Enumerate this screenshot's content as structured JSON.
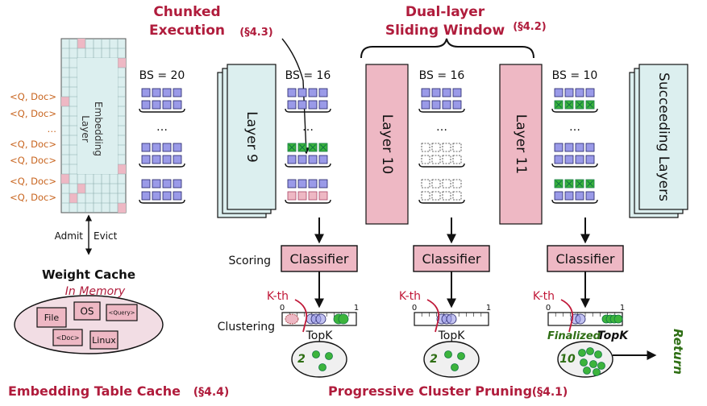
{
  "colors": {
    "section_title": "#b01c3c",
    "orange_label": "#c8641e",
    "pink": "#eeb8c4",
    "pale_blue": "#dcefef",
    "purple": "#9a9ae8",
    "green": "#3cb43c",
    "dark_green": "#2e6e14",
    "kth_red": "#c01838"
  },
  "sections": {
    "chunked": {
      "title": "Chunked\nExecution",
      "ref": "(§4.3)"
    },
    "dual": {
      "title": "Dual-layer\nSliding Window",
      "ref": "(§4.2)"
    },
    "embedding_cache": {
      "title": "Embedding Table Cache",
      "ref": "(§4.4)"
    },
    "pruning": {
      "title": "Progressive Cluster Pruning",
      "ref": "(§4.1)"
    }
  },
  "input_labels": [
    "<Q, Doc>",
    "<Q, Doc>",
    "…",
    "<Q, Doc>",
    "<Q, Doc>",
    "<Q, Doc>",
    "<Q, Doc>"
  ],
  "embedding_layer": {
    "label": "Embedding\nLayer"
  },
  "admit_label": "Admit",
  "evict_label": "Evict",
  "weight_cache": {
    "title": "Weight Cache",
    "subtitle": "In Memory",
    "items": [
      "File",
      "OS",
      "<Query>",
      "<Doc>",
      "Linux"
    ]
  },
  "layers": [
    "Layer 9",
    "Layer 10",
    "Layer 11",
    "Succeeding Layers"
  ],
  "batch_sizes": [
    "BS = 20",
    "BS = 16",
    "BS = 16",
    "BS = 10"
  ],
  "ellipsis": "…",
  "row_labels": {
    "scoring": "Scoring",
    "clustering": "Clustering"
  },
  "classifier_label": "Classifier",
  "kth_label": "K-th",
  "axis_labels": {
    "start": "0",
    "end": "1"
  },
  "topk_label": "TopK",
  "finalized_label": "Finalized",
  "cluster_counts": [
    "2",
    "2",
    "10"
  ],
  "return_label": "Return"
}
